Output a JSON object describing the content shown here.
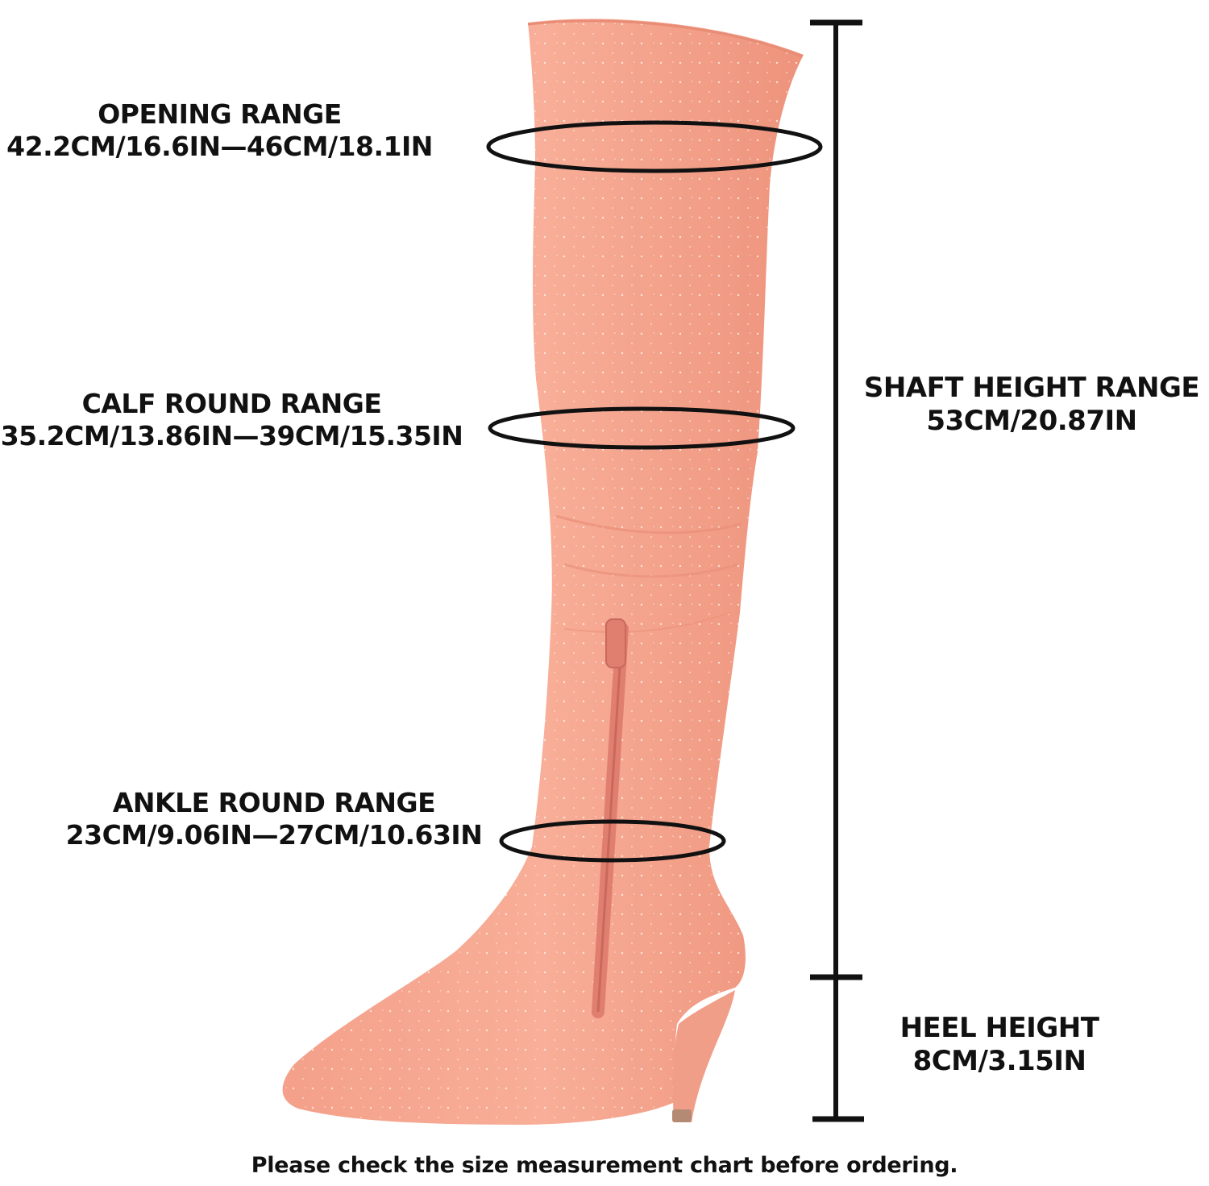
{
  "measurements": {
    "opening": {
      "title": "OPENING RANGE",
      "value": "42.2CM/16.6IN—46CM/18.1IN"
    },
    "calf": {
      "title": "CALF ROUND RANGE",
      "value": "35.2CM/13.86IN—39CM/15.35IN"
    },
    "ankle": {
      "title": "ANKLE ROUND RANGE",
      "value": "23CM/9.06IN—27CM/10.63IN"
    },
    "shaft": {
      "title": "SHAFT HEIGHT RANGE",
      "value": "53CM/20.87IN"
    },
    "heel": {
      "title": "HEEL HEIGHT",
      "value": "8CM/3.15IN"
    }
  },
  "footer": {
    "note": "Please check the size measurement chart before ordering."
  },
  "colors": {
    "boot": "#f6a48d",
    "boot_shade": "#ec8f78",
    "zipper": "#e07f70",
    "ink": "#111111",
    "heel_tip": "#b58a74"
  },
  "icons": {
    "boot": "over-the-knee-boot-illustration"
  }
}
